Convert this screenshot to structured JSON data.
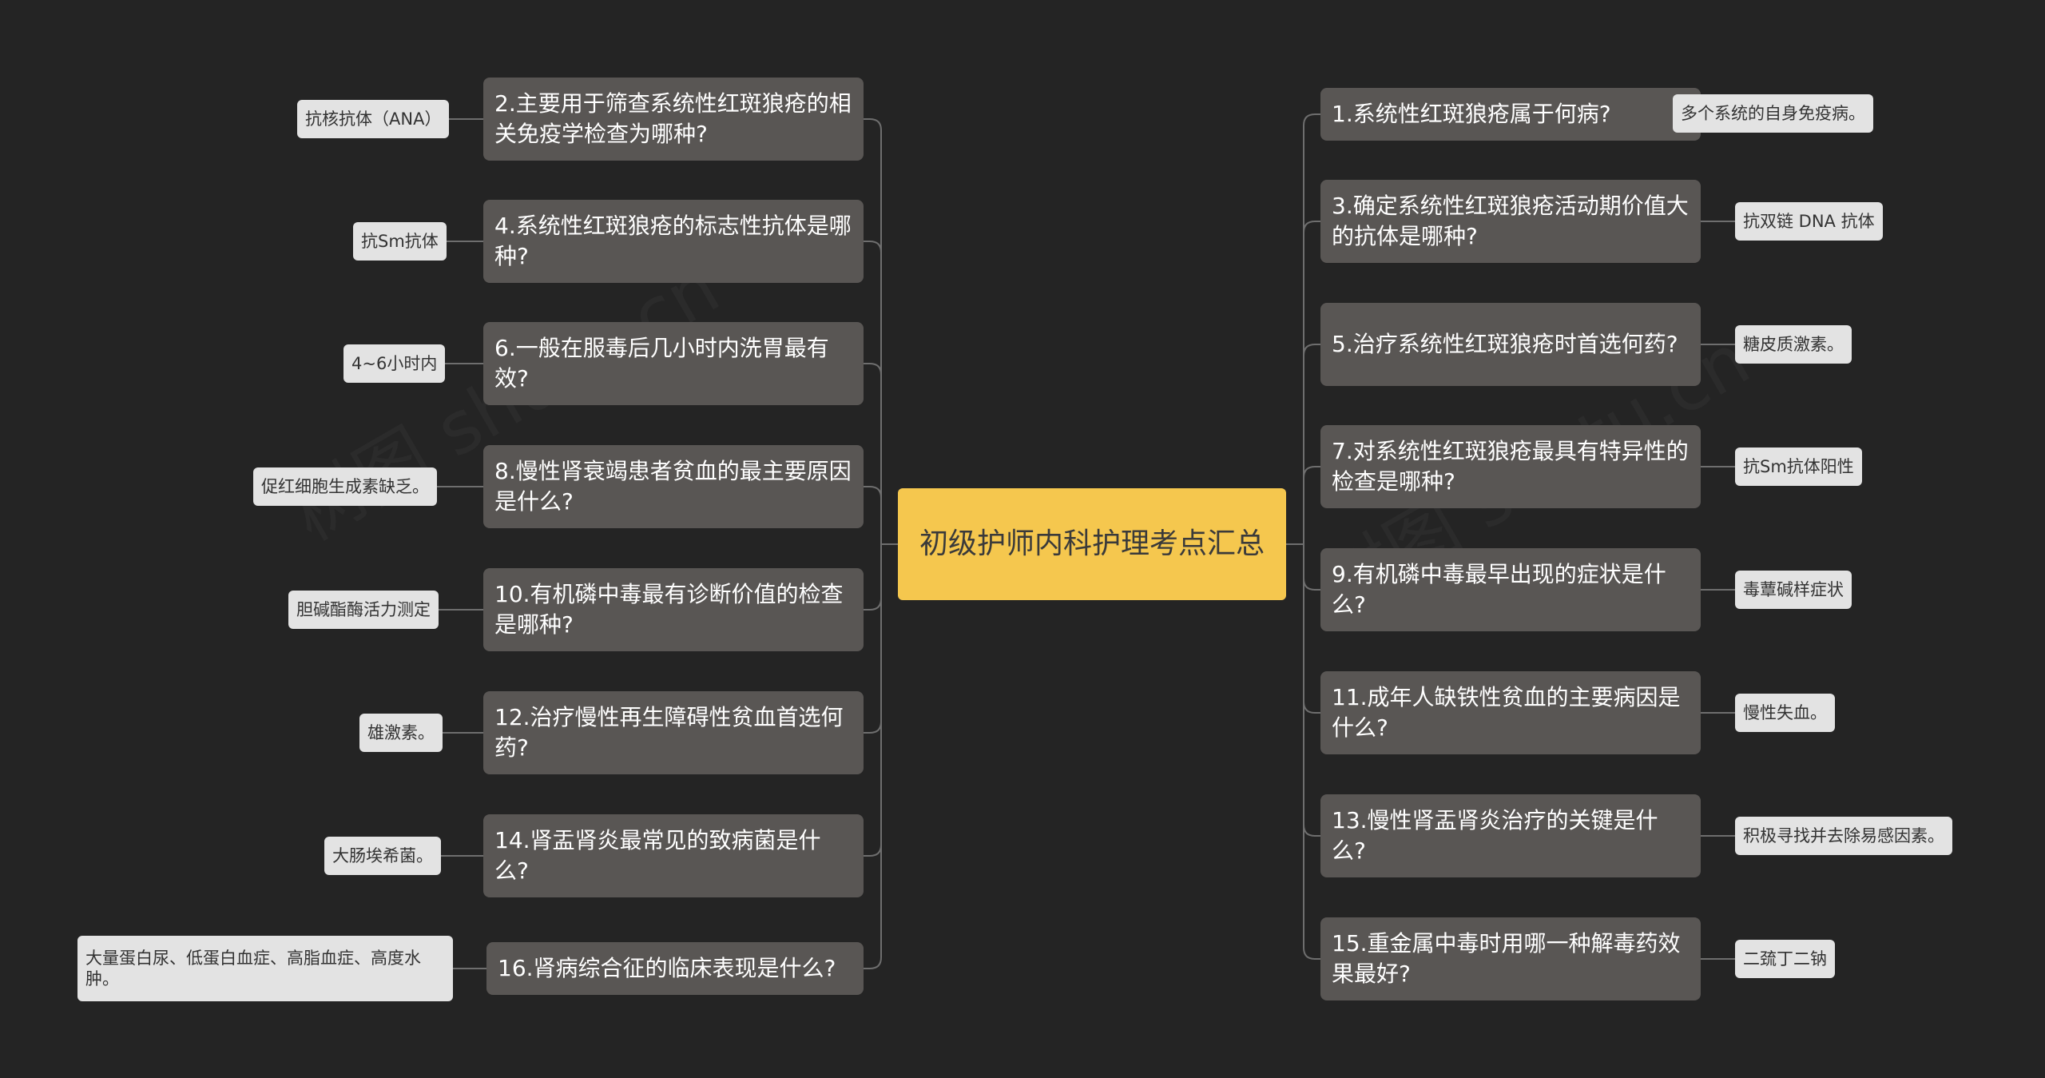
{
  "center": {
    "title": "初级护师内科护理考点汇总"
  },
  "colors": {
    "background": "#242424",
    "center": "#f5c74e",
    "question": "#595654",
    "answer": "#e3e3e3",
    "line": "#6e6e6e"
  },
  "left": [
    {
      "q": "2.主要用于筛查系统性红斑狼疮的相关免疫学检查为哪种?",
      "a": "抗核抗体（ANA）"
    },
    {
      "q": "4.系统性红斑狼疮的标志性抗体是哪种?",
      "a": "抗Sm抗体"
    },
    {
      "q": "6.一般在服毒后几小时内洗胃最有效?",
      "a": "4~6小时内"
    },
    {
      "q": "8.慢性肾衰竭患者贫血的最主要原因是什么?",
      "a": "促红细胞生成素缺乏。"
    },
    {
      "q": "10.有机磷中毒最有诊断价值的检查是哪种?",
      "a": "胆碱酯酶活力测定"
    },
    {
      "q": "12.治疗慢性再生障碍性贫血首选何药?",
      "a": "雄激素。"
    },
    {
      "q": "14.肾盂肾炎最常见的致病菌是什么?",
      "a": "大肠埃希菌。"
    },
    {
      "q": "16.肾病综合征的临床表现是什么?",
      "a": "大量蛋白尿、低蛋白血症、高脂血症、高度水肿。"
    }
  ],
  "right": [
    {
      "q": "1.系统性红斑狼疮属于何病?",
      "a": "多个系统的自身免疫病。"
    },
    {
      "q": "3.确定系统性红斑狼疮活动期价值大的抗体是哪种?",
      "a": "抗双链 DNA 抗体"
    },
    {
      "q": "5.治疗系统性红斑狼疮时首选何药?",
      "a": "糖皮质激素。"
    },
    {
      "q": "7.对系统性红斑狼疮最具有特异性的检查是哪种?",
      "a": "抗Sm抗体阳性"
    },
    {
      "q": "9.有机磷中毒最早出现的症状是什么?",
      "a": "毒蕈碱样症状"
    },
    {
      "q": "11.成年人缺铁性贫血的主要病因是什么?",
      "a": "慢性失血。"
    },
    {
      "q": "13.慢性肾盂肾炎治疗的关键是什么?",
      "a": "积极寻找并去除易感因素。"
    },
    {
      "q": "15.重金属中毒时用哪一种解毒药效果最好?",
      "a": "二巯丁二钠"
    }
  ]
}
